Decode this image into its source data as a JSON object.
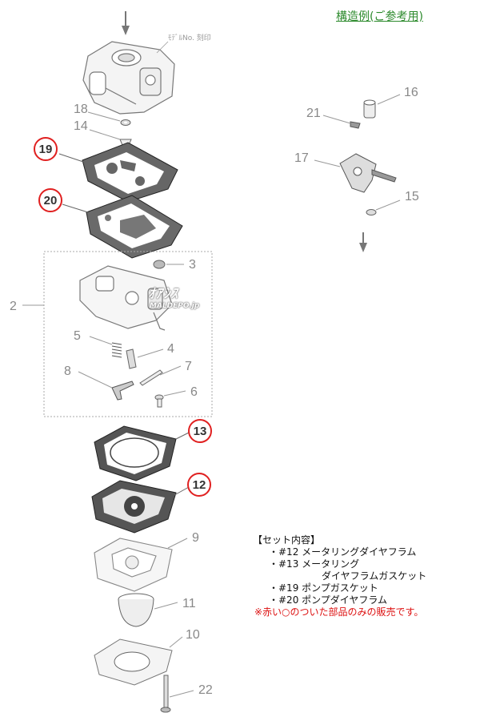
{
  "header": {
    "title": "構造例(ご参考用)"
  },
  "engraving_note": "ﾓﾃﾞﾙNo. 刻印",
  "watermark": {
    "main": "ｵｱｼｽ",
    "sub": "MALDEPO.jp"
  },
  "parts": {
    "p2": "2",
    "p3": "3",
    "p4": "4",
    "p5": "5",
    "p6": "6",
    "p7": "7",
    "p8": "8",
    "p9": "9",
    "p10": "10",
    "p11": "11",
    "p12": "12",
    "p13": "13",
    "p14": "14",
    "p15": "15",
    "p16": "16",
    "p17": "17",
    "p18": "18",
    "p19": "19",
    "p20": "20",
    "p21": "21",
    "p22": "22"
  },
  "set_contents": {
    "title": "【セット内容】",
    "items": [
      "・#12 メータリングダイヤフラム",
      "・#13 メータリング",
      "ダイヤフラムガスケット",
      "・#19 ポンプガスケット",
      "・#20 ポンプダイヤフラム"
    ],
    "note": "※赤い○のついた部品のみの販売です。"
  },
  "colors": {
    "title": "#2c8a2c",
    "highlight": "#e02020",
    "note": "#dd1111",
    "line": "#666666"
  }
}
